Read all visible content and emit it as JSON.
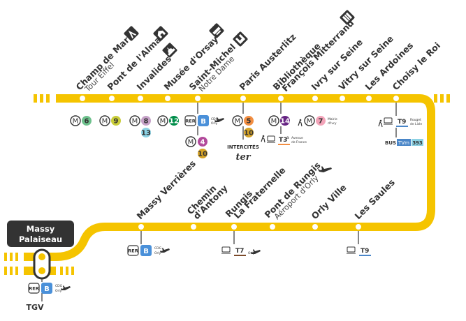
{
  "colors": {
    "line": "#f5c400",
    "m6": "#6ec18d",
    "m8": "#c6a2c8",
    "m9": "#c9cd3b",
    "m12": "#008d4a",
    "m4": "#b24a9b",
    "m5": "#f28e42",
    "m7": "#f3a4b9",
    "m10": "#d6a326",
    "m13": "#8cd2e4",
    "m14": "#662483",
    "rerB": "#4a90d9",
    "tram": "#4a86c8",
    "terminus": "#333333"
  },
  "terminus": {
    "line1": "Massy",
    "line2": "Palaiseau"
  },
  "top_stations": [
    {
      "name": "Champ de Mars",
      "sub": "Tour Eiffel",
      "icon": "eiffel-tower-icon"
    },
    {
      "name": "Pont de l'Alma",
      "sub": "",
      "icon": "monument-icon"
    },
    {
      "name": "Invalides",
      "sub": "",
      "icon": "dome-icon"
    },
    {
      "name": "Musée d'Orsay",
      "sub": "",
      "icon": "museum-icon"
    },
    {
      "name": "Saint-Michel",
      "sub": "Notre Dame",
      "icon": "cathedral-icon"
    },
    {
      "name": "Paris Austerlitz",
      "sub": "",
      "icon": ""
    },
    {
      "name": "Bibliothèque",
      "sub": "François Mitterrand",
      "icon": "library-icon"
    },
    {
      "name": "Ivry sur Seine",
      "sub": "",
      "icon": ""
    },
    {
      "name": "Vitry sur Seine",
      "sub": "",
      "icon": ""
    },
    {
      "name": "Les Ardoines",
      "sub": "",
      "icon": ""
    },
    {
      "name": "Choisy le Roi",
      "sub": "",
      "icon": ""
    }
  ],
  "bottom_stations": [
    {
      "name": "Massy Verrières",
      "sub": ""
    },
    {
      "name": "Chemin",
      "sub": "d'Antony"
    },
    {
      "name": "Rungis",
      "sub": "La Fraternelle"
    },
    {
      "name": "Pont de Rungis",
      "sub": "Aéroport d'Orly"
    },
    {
      "name": "Orly Ville",
      "sub": ""
    },
    {
      "name": "Les Saules",
      "sub": ""
    }
  ],
  "labels": {
    "metro": "M",
    "rer": "RER",
    "rer_b": "B",
    "cdg": "CDG",
    "orly": "Orly",
    "intercites": "INTERCITÉS",
    "ter": "ter",
    "tgv": "TGV",
    "bus": "BUS",
    "tvm": "TVm",
    "bus393": "393",
    "t3a": "T3",
    "t3a_sup": "a",
    "avenue": "Avenue",
    "de_france": "de France",
    "mairie": "Mairie",
    "ivry": "d'Ivry",
    "t9": "T9",
    "rouget": "Rouget",
    "de_lisle": "de Lisle",
    "t7": "T7",
    "m6": "6",
    "m9": "9",
    "m8": "8",
    "m13": "13",
    "m12": "12",
    "m4": "4",
    "m10": "10",
    "m5": "5",
    "m14": "14",
    "m7": "7"
  }
}
